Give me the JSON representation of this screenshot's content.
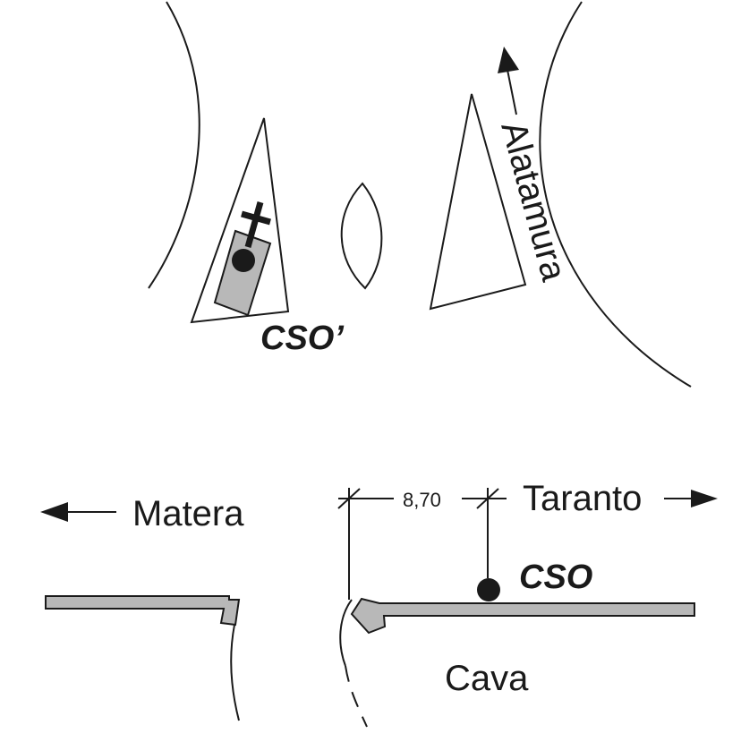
{
  "labels": {
    "altamura": "Alatamura",
    "cso_prime": "CSO’",
    "matera": "Matera",
    "taranto": "Taranto",
    "distance": "8,70",
    "cso": "CSO",
    "cava": "Cava"
  },
  "colors": {
    "line": "#1a1a1a",
    "fill_gray": "#b8b8b8",
    "background": "#ffffff"
  }
}
